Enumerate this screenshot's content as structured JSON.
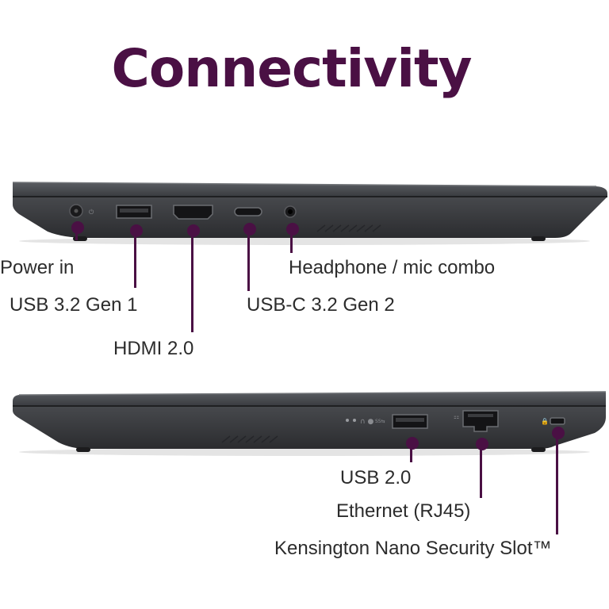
{
  "title": "Connectivity",
  "colors": {
    "accent": "#4a1044",
    "laptop_body": "#3b3d40",
    "laptop_dark": "#2a2b2e",
    "label_text": "#2c2c2c"
  },
  "left_side": {
    "ports": [
      {
        "id": "power",
        "label": "Power in"
      },
      {
        "id": "usb32",
        "label": "USB 3.2 Gen 1"
      },
      {
        "id": "hdmi",
        "label": "HDMI 2.0"
      },
      {
        "id": "usbc",
        "label": "USB-C 3.2 Gen 2"
      },
      {
        "id": "audio",
        "label": "Headphone / mic combo"
      }
    ]
  },
  "right_side": {
    "ports": [
      {
        "id": "usb20",
        "label": "USB 2.0"
      },
      {
        "id": "ethernet",
        "label": "Ethernet (RJ45)"
      },
      {
        "id": "kensington",
        "label": "Kensington Nano Security Slot™"
      }
    ]
  }
}
